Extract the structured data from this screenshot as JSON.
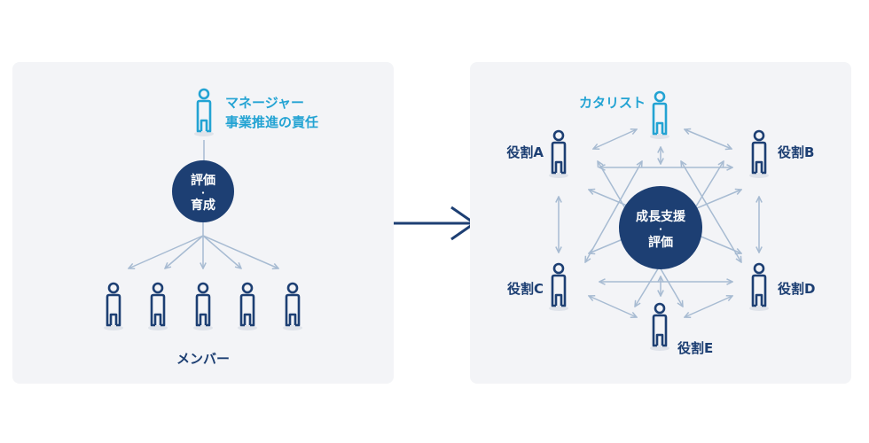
{
  "colors": {
    "panel": "#f3f4f7",
    "navy": "#1d3f73",
    "accent": "#23a3d3",
    "arrow": "#a7bbd2",
    "shadow": "#dfe3ea"
  },
  "left_panel": {
    "manager_title": "マネージャー",
    "manager_role": "事業推進の責任",
    "hub_line1": "評価",
    "hub_dot": "・",
    "hub_line2": "育成",
    "members_label": "メンバー",
    "member_count": 5
  },
  "transition_arrow": {
    "icon": "right-arrow-icon"
  },
  "right_panel": {
    "hub_line1": "成長支援",
    "hub_dot": "・",
    "hub_line2": "評価",
    "catalyst": "カタリスト",
    "roles": {
      "a": "役割A",
      "b": "役割B",
      "c": "役割C",
      "d": "役割D",
      "e": "役割E"
    }
  }
}
